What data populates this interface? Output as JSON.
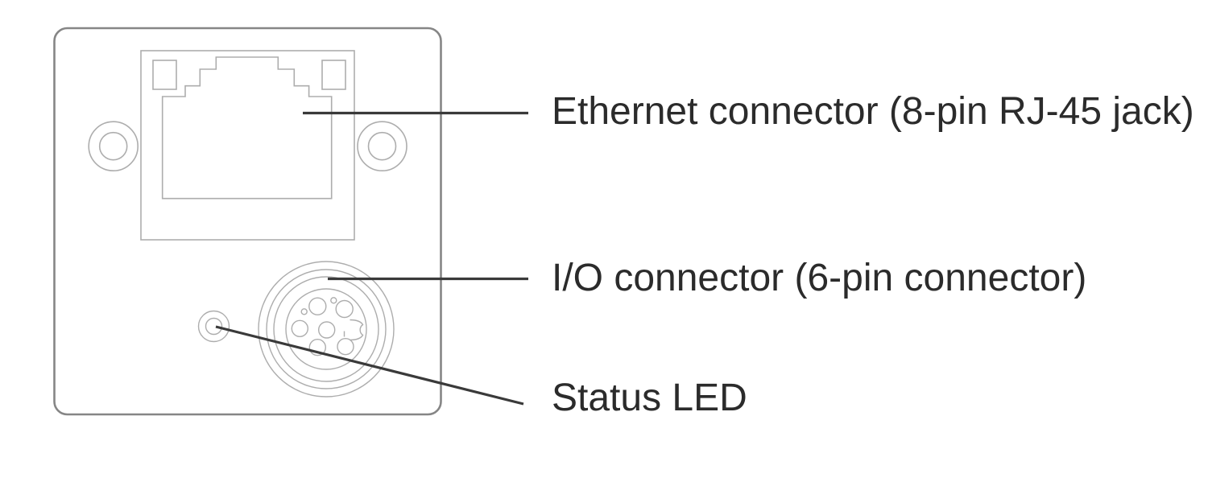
{
  "labels": [
    {
      "id": "ethernet",
      "text": "Ethernet connector (8-pin RJ-45 jack)"
    },
    {
      "id": "io",
      "text": "I/O connector (6-pin connector)"
    },
    {
      "id": "status_led",
      "text": "Status LED"
    }
  ],
  "colors": {
    "background": "#ffffff",
    "panel_outline": "#868686",
    "component_outline": "#adadad",
    "leader_line": "#3a3a3a",
    "label_text": "#2b2b2b"
  }
}
